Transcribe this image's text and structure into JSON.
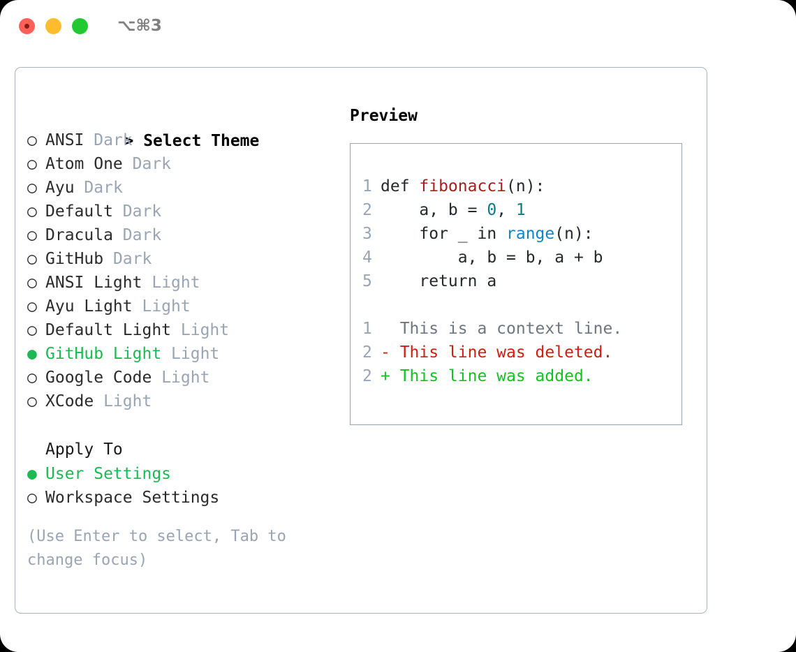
{
  "titlebar": {
    "shortcut": "⌥⌘3",
    "lights": [
      "close",
      "minimize",
      "maximize"
    ]
  },
  "theme_picker": {
    "header": "> Select Theme",
    "header_caret": ">",
    "header_label": "Select Theme",
    "items": [
      {
        "marker": "○",
        "name": "ANSI",
        "variant": "Dark",
        "selected": false
      },
      {
        "marker": "○",
        "name": "Atom One",
        "variant": "Dark",
        "selected": false
      },
      {
        "marker": "○",
        "name": "Ayu",
        "variant": "Dark",
        "selected": false
      },
      {
        "marker": "○",
        "name": "Default",
        "variant": "Dark",
        "selected": false
      },
      {
        "marker": "○",
        "name": "Dracula",
        "variant": "Dark",
        "selected": false
      },
      {
        "marker": "○",
        "name": "GitHub",
        "variant": "Dark",
        "selected": false
      },
      {
        "marker": "○",
        "name": "ANSI Light",
        "variant": "Light",
        "selected": false
      },
      {
        "marker": "○",
        "name": "Ayu Light",
        "variant": "Light",
        "selected": false
      },
      {
        "marker": "○",
        "name": "Default Light",
        "variant": "Light",
        "selected": false
      },
      {
        "marker": "●",
        "name": "GitHub Light",
        "variant": "Light",
        "selected": true
      },
      {
        "marker": "○",
        "name": "Google Code",
        "variant": "Light",
        "selected": false
      },
      {
        "marker": "○",
        "name": "XCode",
        "variant": "Light",
        "selected": false
      }
    ]
  },
  "apply_to": {
    "header": "Apply To",
    "items": [
      {
        "marker": "●",
        "label": "User Settings",
        "selected": true
      },
      {
        "marker": "○",
        "label": "Workspace Settings",
        "selected": false
      }
    ]
  },
  "hint": "(Use Enter to select, Tab to change focus)",
  "preview": {
    "header": "Preview",
    "code_lines": [
      {
        "num": "1",
        "segments": [
          {
            "text": "def ",
            "kind": "plain"
          },
          {
            "text": "fibonacci",
            "kind": "fn"
          },
          {
            "text": "(n):",
            "kind": "plain"
          }
        ]
      },
      {
        "num": "2",
        "segments": [
          {
            "text": "    a, b = ",
            "kind": "plain"
          },
          {
            "text": "0",
            "kind": "num"
          },
          {
            "text": ", ",
            "kind": "plain"
          },
          {
            "text": "1",
            "kind": "num"
          }
        ]
      },
      {
        "num": "3",
        "segments": [
          {
            "text": "    for _ in ",
            "kind": "plain"
          },
          {
            "text": "range",
            "kind": "call"
          },
          {
            "text": "(n):",
            "kind": "plain"
          }
        ]
      },
      {
        "num": "4",
        "segments": [
          {
            "text": "        a, b = b, a + b",
            "kind": "plain"
          }
        ]
      },
      {
        "num": "5",
        "segments": [
          {
            "text": "    return a",
            "kind": "plain"
          }
        ]
      }
    ],
    "diff_lines": [
      {
        "num": "1",
        "sign": " ",
        "text": "  This is a context line.",
        "kind": "ctx"
      },
      {
        "num": "2",
        "sign": "-",
        "text": "- This line was deleted.",
        "kind": "del"
      },
      {
        "num": "2",
        "sign": "+",
        "text": "+ This line was added.",
        "kind": "add"
      }
    ]
  },
  "colors": {
    "accent_green": "#1eb853",
    "muted": "#9aa5b4",
    "border": "#aab3c0",
    "preview_border": "#97a1b0",
    "fn_red": "#a5201a",
    "num_teal": "#0a7d84",
    "call_blue": "#1184c4",
    "diff_del": "#cc1f10",
    "diff_add": "#11c222",
    "diff_ctx": "#6e7781",
    "light_close": "#ff6058",
    "light_min": "#ffbd2e",
    "light_max": "#23c931"
  }
}
